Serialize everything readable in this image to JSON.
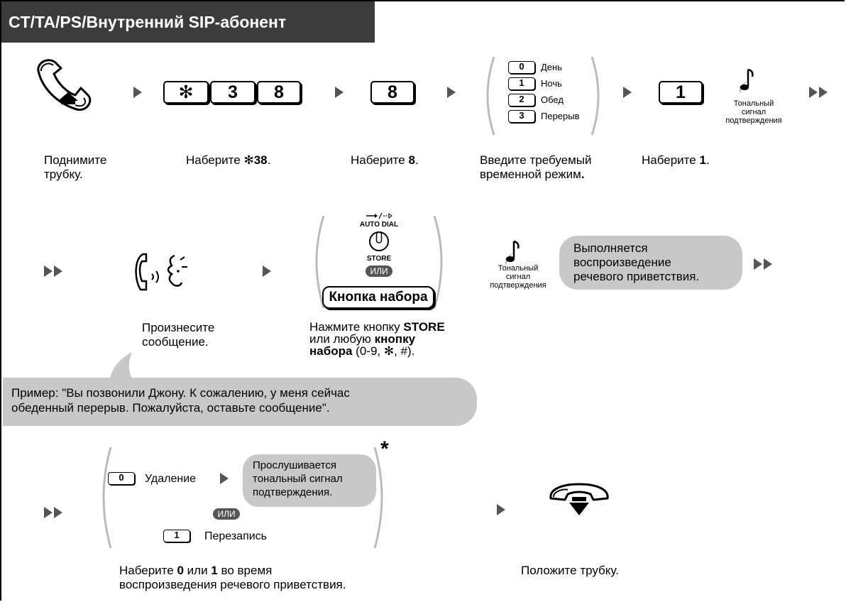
{
  "title": "CT/TA/PS/Внутренний SIP-абонент",
  "row1": {
    "keys_star38": [
      "✻",
      "3",
      "8"
    ],
    "key_8": "8",
    "modes": [
      {
        "key": "0",
        "label": "День"
      },
      {
        "key": "1",
        "label": "Ночь"
      },
      {
        "key": "2",
        "label": "Обед"
      },
      {
        "key": "3",
        "label": "Перерыв"
      }
    ],
    "key_1": "1",
    "tone_label": [
      "Тональный",
      "сигнал",
      "подтверждения"
    ],
    "cap_lift": [
      "Поднимите",
      "трубку."
    ],
    "cap_dial38_prefix": "Наберите ",
    "cap_dial38_value": "✻38",
    "cap_dial38_suffix": ".",
    "cap_dial8_prefix": "Наберите ",
    "cap_dial8_value": "8",
    "cap_dial8_suffix": ".",
    "cap_mode": [
      "Введите требуемый",
      "временной режим"
    ],
    "cap_mode_suffix": ".",
    "cap_dial1_prefix": "Наберите ",
    "cap_dial1_value": "1",
    "cap_dial1_suffix": "."
  },
  "row2": {
    "auto_dial": "AUTO DIAL",
    "store": "STORE",
    "ili": "ИЛИ",
    "dial_button": "Кнопка набора",
    "tone_label": [
      "Тональный",
      "сигнал",
      "подтверждения"
    ],
    "playback_bubble": [
      "Выполняется",
      "воспроизведение",
      "речевого приветствия."
    ],
    "cap_speak": [
      "Произнесите",
      "сообщение."
    ],
    "cap_press_1a": "Нажмите кнопку ",
    "cap_press_1b": "STORE",
    "cap_press_2a": "или любую ",
    "cap_press_2b": "кнопку",
    "cap_press_3a": "набора",
    "cap_press_3b": " (0-9, ✻, #).",
    "example": [
      "Пример: \"Вы позвонили Джону. К сожалению, у меня сейчас",
      "обеденный перерыв. Пожалуйста, оставьте сообщение\"."
    ]
  },
  "row3": {
    "opt0_key": "0",
    "opt0_label": "Удаление",
    "confirm_bubble": [
      "Прослушивается",
      "тональный сигнал",
      "подтверждения."
    ],
    "asterisk": "*",
    "ili": "ИЛИ",
    "opt1_key": "1",
    "opt1_label": "Перезапись",
    "cap_dial_a": "Наберите ",
    "cap_dial_b": "0",
    "cap_dial_c": " или ",
    "cap_dial_d": "1",
    "cap_dial_e": " во время",
    "cap_dial_line2": "воспроизведения речевого приветствия.",
    "cap_hangup": "Положите трубку."
  },
  "colors": {
    "title_bg": "#3b3b3b",
    "bubble": "#c8c8c8",
    "arrow": "#555555"
  }
}
